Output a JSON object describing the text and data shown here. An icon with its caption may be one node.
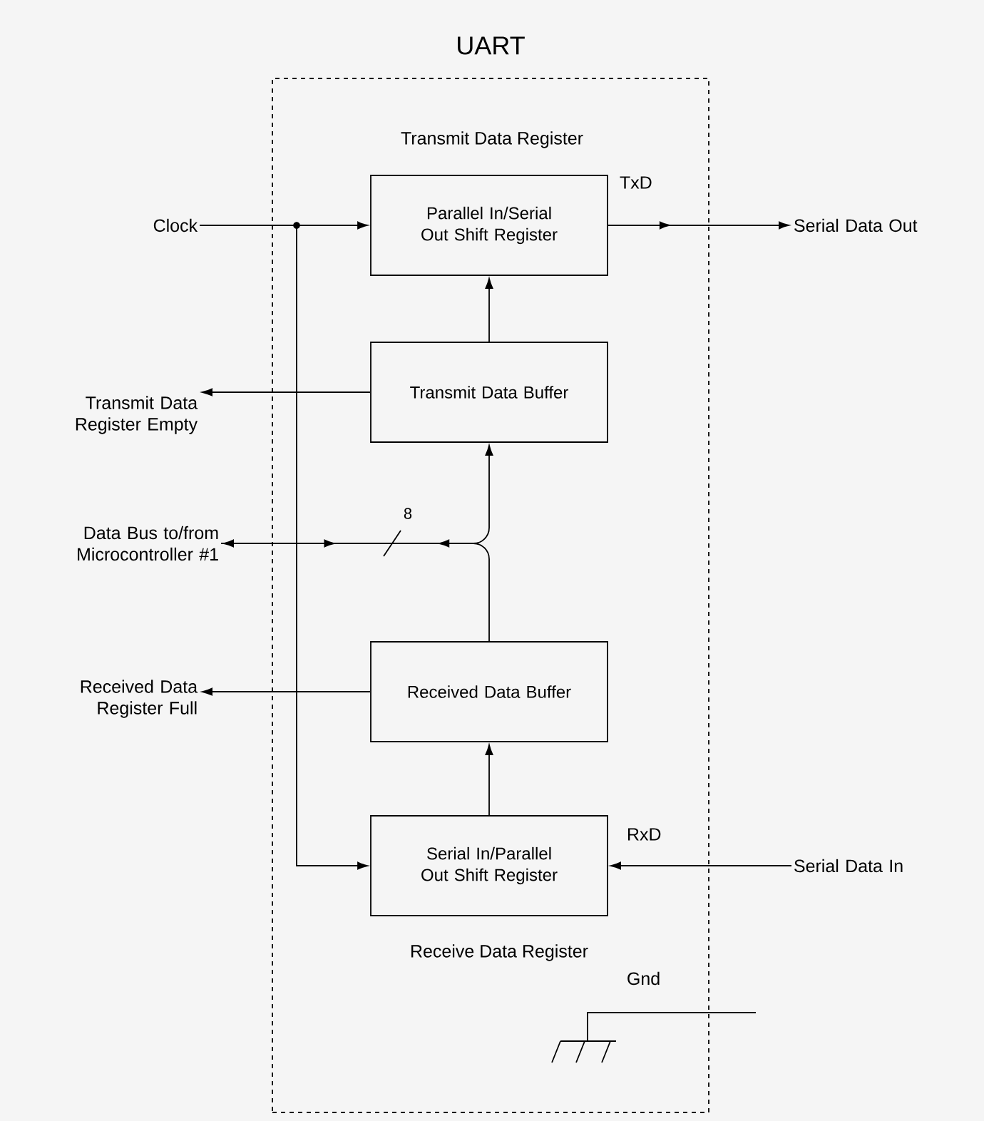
{
  "diagram": {
    "nodes": [
      {
        "text": [
          "UART"
        ]
      },
      {
        "text": [
          "Parallel In/Serial Out Shift Register"
        ],
        "in": 0,
        "beside": [
          "Transmit Data Register",
          "TxD"
        ]
      },
      {
        "text": [
          "Transmit Data Buffer"
        ],
        "in": 0
      },
      {
        "text": [
          "Received Data Buffer"
        ],
        "in": 0
      },
      {
        "text": [
          "Serial In/Parallel Out Shift Register"
        ],
        "in": 0,
        "beside": [
          "RxD",
          "Receive Data Register"
        ]
      },
      {
        "text": [
          "Clock"
        ]
      },
      {
        "text": [
          "Serial Data Out"
        ]
      },
      {
        "text": [
          "Transmit Data Register Empty"
        ]
      },
      {
        "text": [
          "Data Bus to/from Microcontroller #1"
        ]
      },
      {
        "text": [
          "Received Data Register Full"
        ]
      },
      {
        "text": [
          "Serial Data In"
        ]
      }
    ],
    "edges": [
      {
        "from": 5,
        "to": 1,
        "arrow": "to"
      },
      {
        "from": 5,
        "to": 4,
        "arrow": "to"
      },
      {
        "from": 1,
        "to": 6,
        "arrow": "to"
      },
      {
        "from": 2,
        "to": 1,
        "arrow": "to"
      },
      {
        "from": 2,
        "to": 7,
        "arrow": "to"
      },
      {
        "from": 8,
        "to": 2,
        "arrow": "to",
        "label": "8"
      },
      {
        "from": 3,
        "to": 8,
        "arrow": "to"
      },
      {
        "from": 3,
        "to": 9,
        "arrow": "to"
      },
      {
        "from": 4,
        "to": 3,
        "arrow": "to"
      },
      {
        "from": 10,
        "to": 4,
        "arrow": "to"
      }
    ],
    "labels": [
      "Gnd"
    ]
  }
}
